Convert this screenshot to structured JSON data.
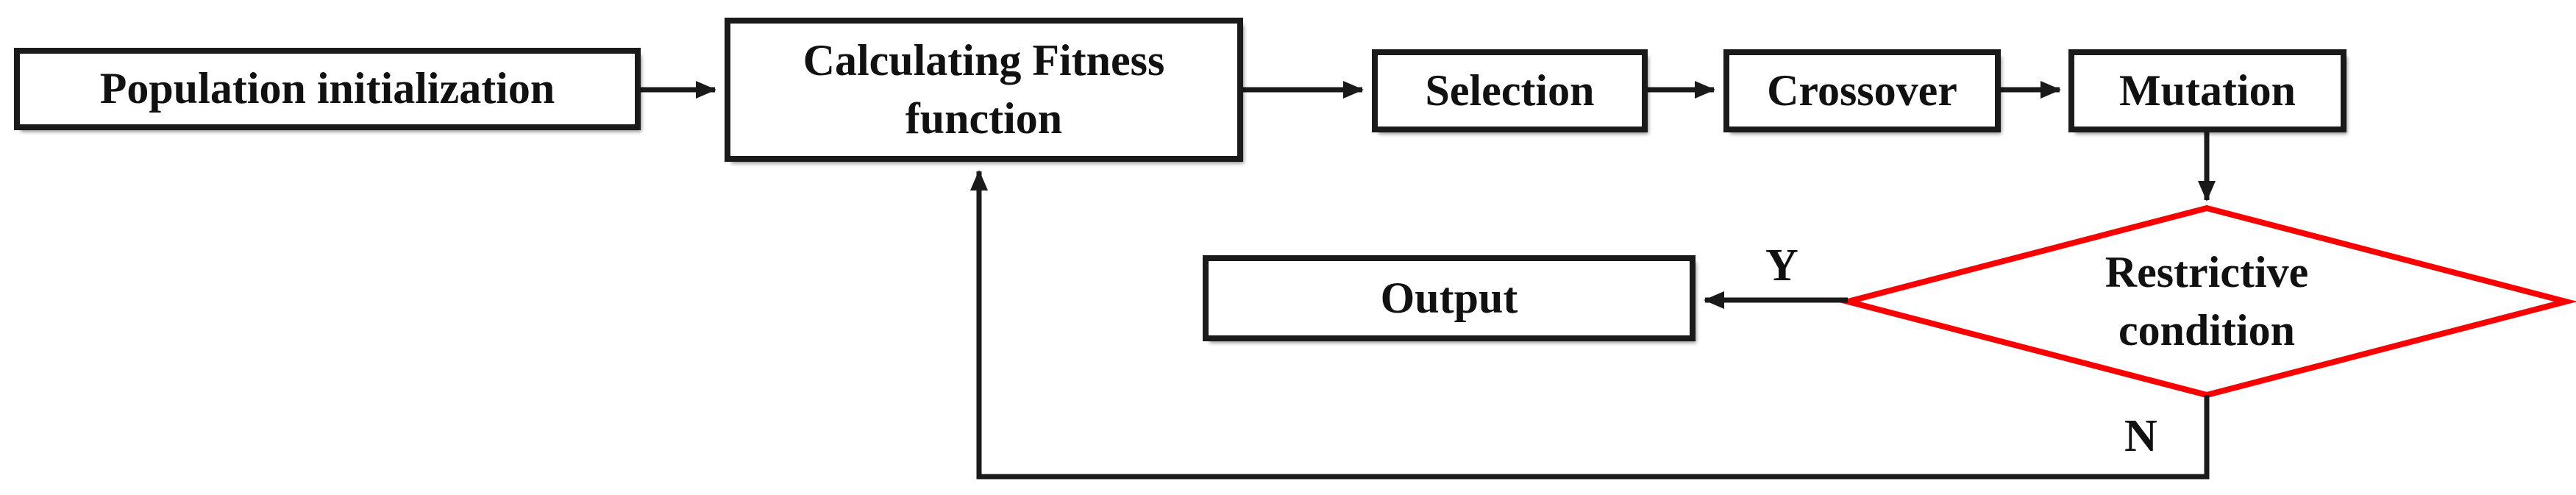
{
  "diagram": {
    "nodes": {
      "population": {
        "label": "Population initialization"
      },
      "fitness": {
        "label": "Calculating Fitness\nfunction"
      },
      "selection": {
        "label": "Selection"
      },
      "crossover": {
        "label": "Crossover"
      },
      "mutation": {
        "label": "Mutation"
      },
      "decision": {
        "label": "Restrictive\ncondition"
      },
      "output": {
        "label": "Output"
      }
    },
    "edge_labels": {
      "yes": "Y",
      "no": "N"
    },
    "colors": {
      "background": "#ffffff",
      "line": "#1a1a1a",
      "node_border": "#1a1a1a",
      "decision_border": "#fb0000",
      "text": "#111111"
    }
  }
}
